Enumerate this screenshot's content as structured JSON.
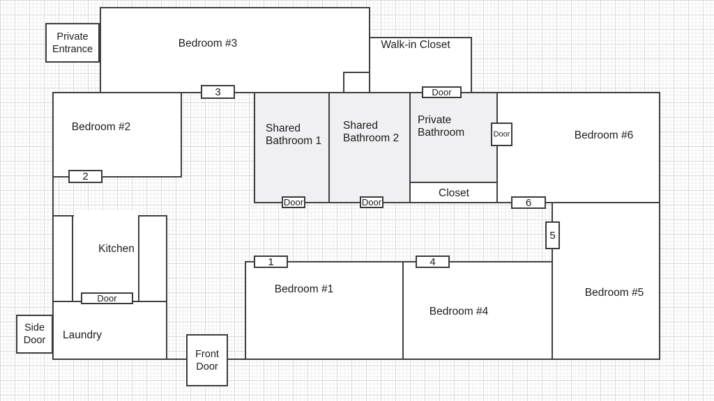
{
  "rooms": {
    "bedroom3": {
      "label": "Bedroom #3"
    },
    "private_entrance": {
      "lines": [
        "Private",
        "Entrance"
      ]
    },
    "walk_in_closet": {
      "label": "Walk-in Closet"
    },
    "bedroom2": {
      "label": "Bedroom #2"
    },
    "shared_bathroom_1": {
      "lines": [
        "Shared",
        "Bathroom 1"
      ]
    },
    "shared_bathroom_2": {
      "lines": [
        "Shared",
        "Bathroom 2"
      ]
    },
    "private_bathroom": {
      "lines": [
        "Private",
        "Bathroom"
      ]
    },
    "bedroom6": {
      "label": "Bedroom #6"
    },
    "closet": {
      "label": "Closet"
    },
    "kitchen": {
      "label": "Kitchen"
    },
    "laundry": {
      "label": "Laundry"
    },
    "side_door": {
      "lines": [
        "Side",
        "Door"
      ]
    },
    "front_door": {
      "lines": [
        "Front",
        "Door"
      ]
    },
    "bedroom1": {
      "label": "Bedroom #1"
    },
    "bedroom4": {
      "label": "Bedroom #4"
    },
    "bedroom5": {
      "label": "Bedroom #5"
    }
  },
  "door_labels": {
    "kitchen": "Door",
    "shared_bathroom_1": "Door",
    "shared_bathroom_2": "Door",
    "private_bathroom_top": "Door",
    "private_bathroom_side": "Door"
  },
  "door_numbers": {
    "n1": "1",
    "n2": "2",
    "n3": "3",
    "n4": "4",
    "n5": "5",
    "n6": "6"
  },
  "colors": {
    "wall": "#3e3e3e",
    "room_fill": "#ffffff",
    "bathroom_fill": "#f0eff1",
    "grid_minor": "#eeeef1",
    "grid_major": "#d9d9dd",
    "text": "#1b1b1b"
  }
}
